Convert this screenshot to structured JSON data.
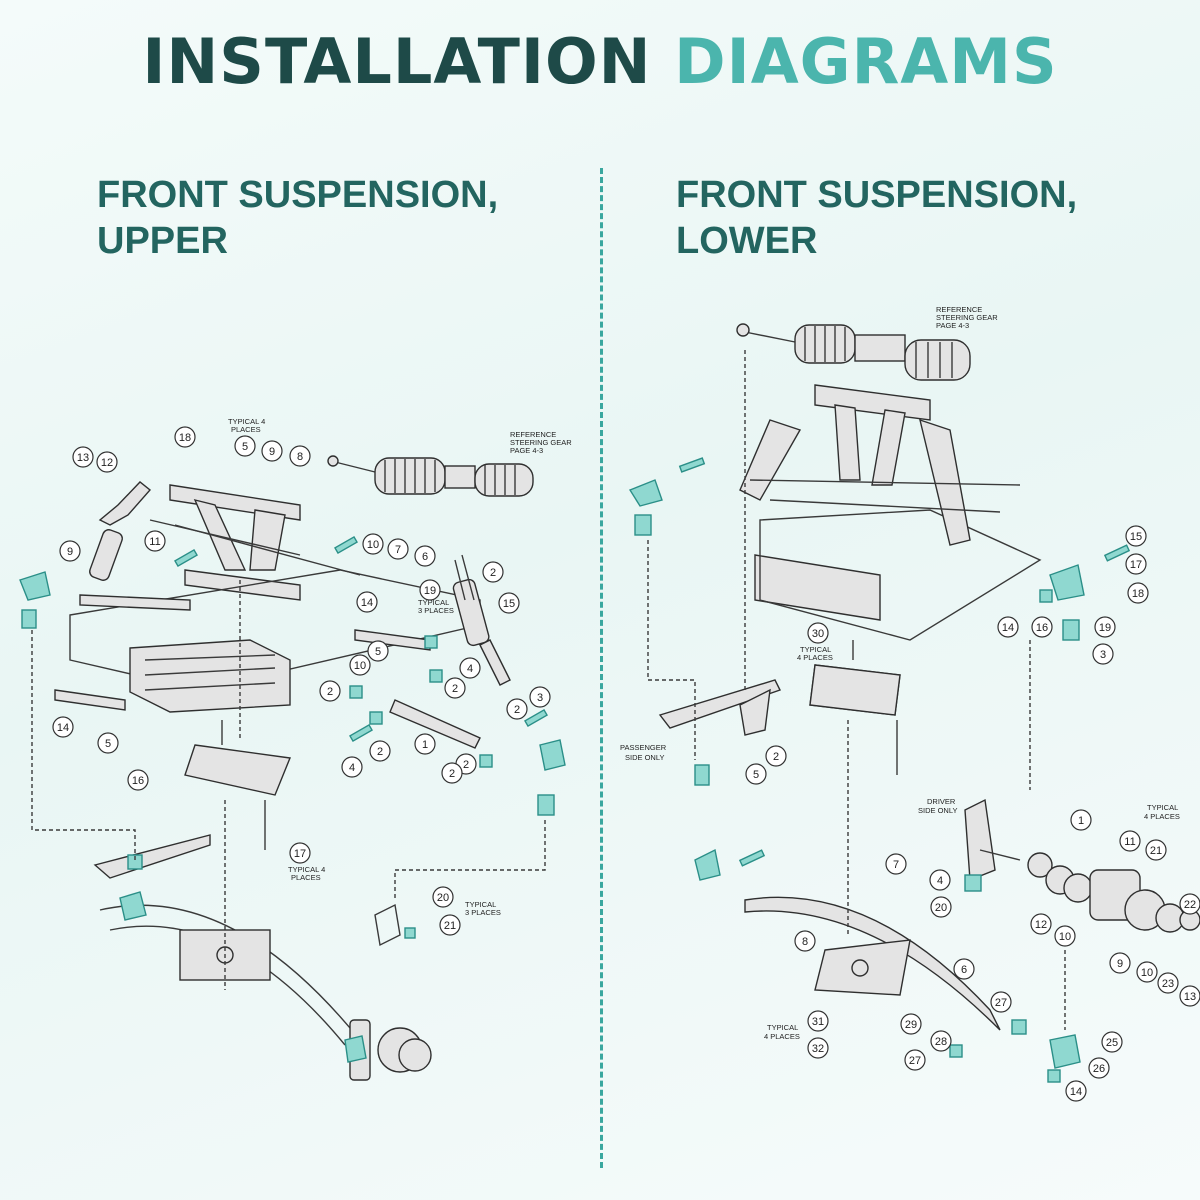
{
  "title": {
    "part1": "INSTALLATION",
    "part2": "DIAGRAMS"
  },
  "left": {
    "heading_line1": "FRONT SUSPENSION,",
    "heading_line2": "UPPER",
    "notes": {
      "typical4_a1": "TYPICAL 4",
      "typical4_a2": "PLACES",
      "ref1": "REFERENCE",
      "ref2": "STEERING GEAR",
      "ref3": "PAGE 4-3",
      "typ3_a1": "TYPICAL",
      "typ3_a2": "3 PLACES",
      "typ4_b1": "TYPICAL 4",
      "typ4_b2": "PLACES",
      "typ3_b1": "TYPICAL",
      "typ3_b2": "3 PLACES"
    },
    "callouts": [
      "18",
      "13",
      "12",
      "5",
      "9",
      "8",
      "11",
      "9",
      "10",
      "7",
      "6",
      "19",
      "2",
      "15",
      "14",
      "5",
      "10",
      "4",
      "2",
      "2",
      "14",
      "5",
      "1",
      "2",
      "3",
      "2",
      "4",
      "2",
      "2",
      "16",
      "17",
      "20",
      "21"
    ]
  },
  "right": {
    "heading_line1": "FRONT SUSPENSION,",
    "heading_line2": "LOWER",
    "notes": {
      "ref1": "REFERENCE",
      "ref2": "STEERING GEAR",
      "ref3": "PAGE 4-3",
      "typ4_a1": "TYPICAL",
      "typ4_a2": "4 PLACES",
      "pass1": "PASSENGER",
      "pass2": "SIDE ONLY",
      "drv1": "DRIVER",
      "drv2": "SIDE ONLY",
      "typ4_b1": "TYPICAL",
      "typ4_b2": "4 PLACES",
      "typ4_c1": "TYPICAL",
      "typ4_c2": "4 PLACES"
    },
    "callouts": [
      "15",
      "17",
      "18",
      "14",
      "16",
      "19",
      "3",
      "30",
      "2",
      "5",
      "1",
      "11",
      "21",
      "7",
      "4",
      "20",
      "12",
      "10",
      "9",
      "10",
      "22",
      "23",
      "13",
      "8",
      "6",
      "27",
      "25",
      "26",
      "14",
      "28",
      "27",
      "29",
      "31",
      "32"
    ]
  }
}
